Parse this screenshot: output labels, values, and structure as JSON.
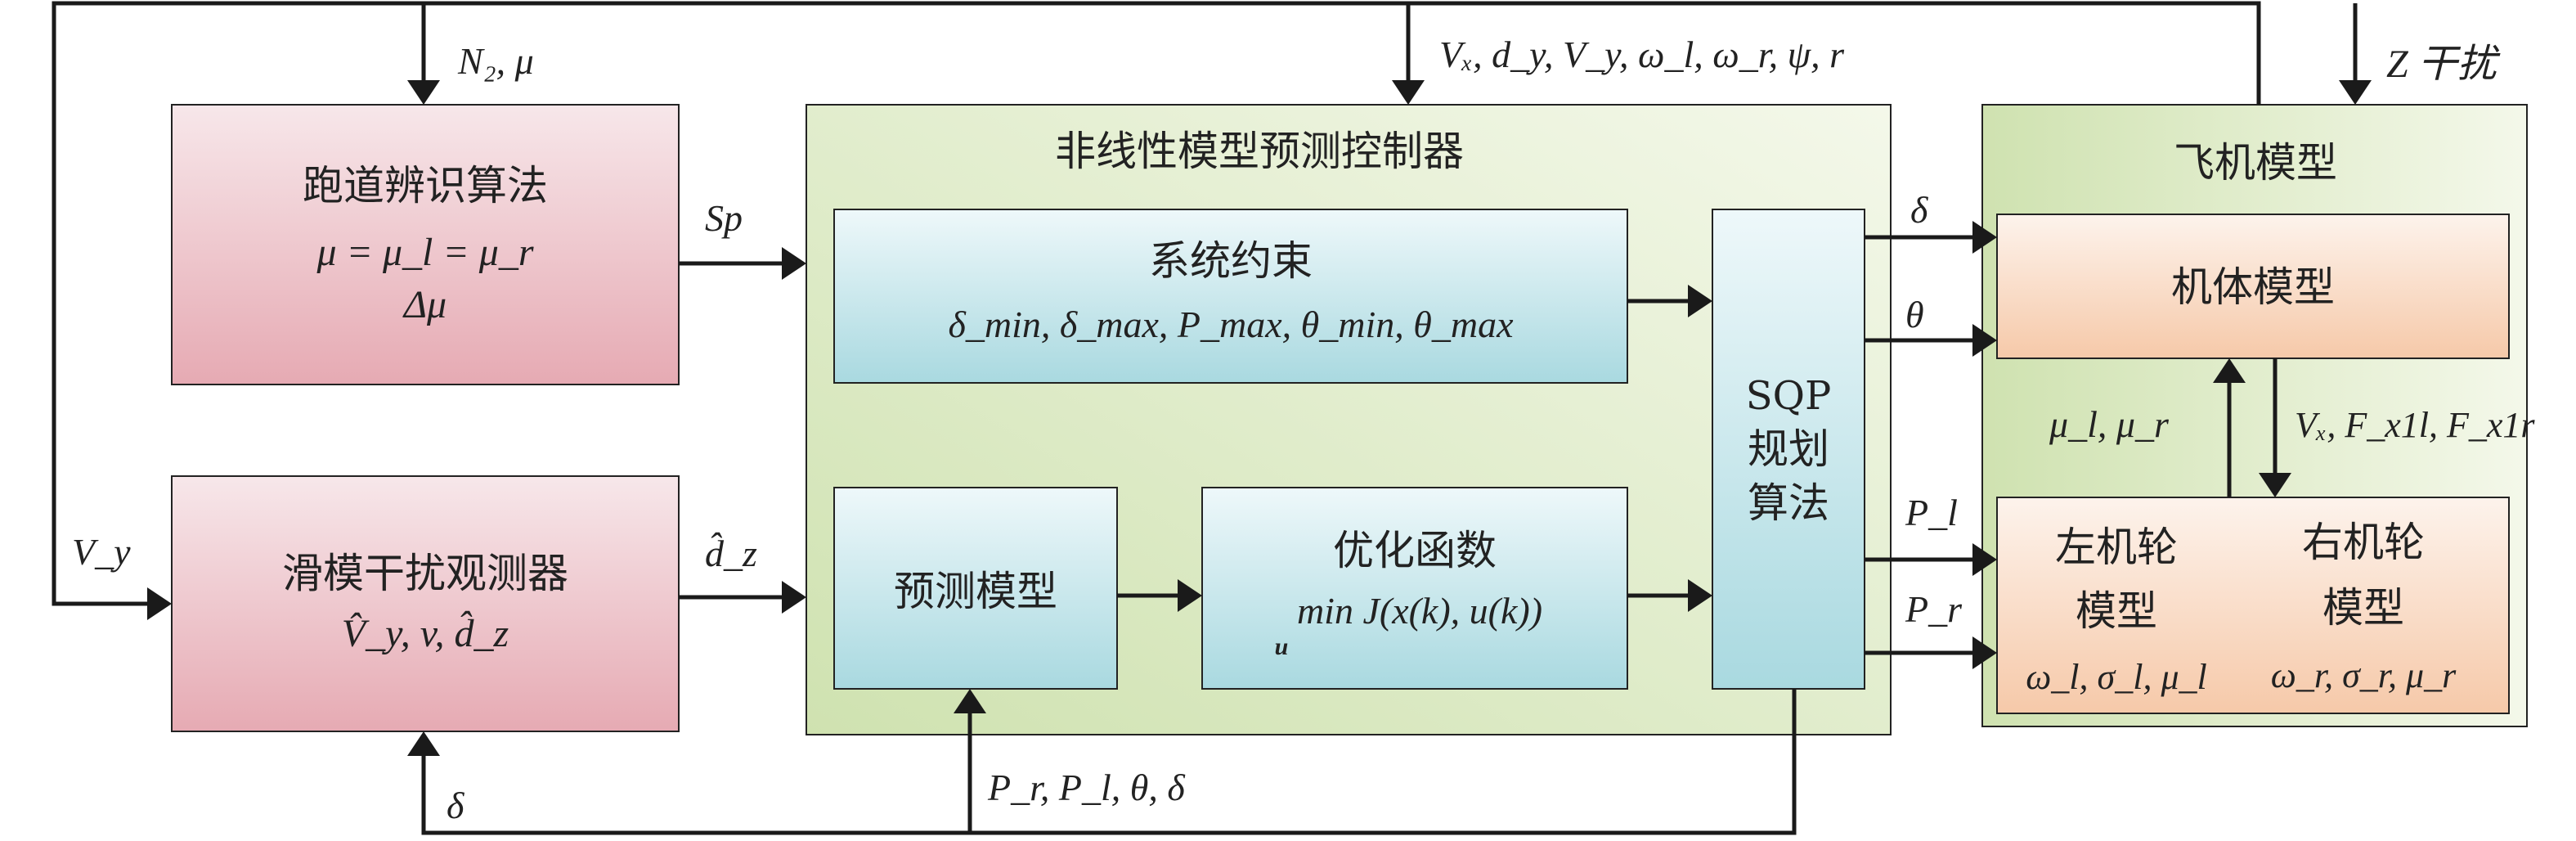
{
  "signals": {
    "top_left_input": "N₂, μ",
    "top_mid_input": "Vₓ, d_y, V_y, ω_l, ω_r, ψ, r",
    "disturbance": "Z 干扰",
    "sp": "Sp",
    "dz_hat": "d̂_z",
    "vy_feedback": "V_y",
    "delta_feedback": "δ",
    "bottom_feedback": "P_r, P_l, θ, δ",
    "delta_out": "δ",
    "theta_out": "θ",
    "pl_out": "P_l",
    "pr_out": "P_r",
    "mu_lr": "μ_l, μ_r",
    "vx_forces": "Vₓ, F_x1l, F_x1r"
  },
  "blocks": {
    "runway": {
      "title": "跑道辨识算法",
      "line2": "μ = μ_l = μ_r",
      "line3": "Δμ"
    },
    "smo": {
      "title": "滑模干扰观测器",
      "line2": "V̂_y, v, d̂_z"
    },
    "nmpc": {
      "title": "非线性模型预测控制器"
    },
    "constraints": {
      "title": "系统约束",
      "line2": "δ_min, δ_max, P_max, θ_min, θ_max"
    },
    "predict": {
      "title": "预测模型"
    },
    "optimize": {
      "title": "优化函数",
      "line2": "min J(x(k), u(k))",
      "subscript": "u"
    },
    "sqp": {
      "line1": "SQP",
      "line2": "规划",
      "line3": "算法"
    },
    "aircraft": {
      "title": "飞机模型"
    },
    "body": {
      "title": "机体模型"
    },
    "left_wheel": {
      "line1": "左机轮",
      "line2": "模型",
      "line3": "ω_l, σ_l, μ_l"
    },
    "right_wheel": {
      "line1": "右机轮",
      "line2": "模型",
      "line3": "ω_r, σ_r, μ_r"
    }
  },
  "colors": {
    "pink_top": "#f7e7ea",
    "pink_bottom": "#e6aab3",
    "blue_top": "#eef8fa",
    "blue_bottom": "#a9d9e0",
    "green_top": "#f2f6e6",
    "green_bottom": "#cfe2b0",
    "orange_top": "#fdf3ec",
    "orange_bottom": "#f6c9a9",
    "line": "#1a1a1a"
  }
}
